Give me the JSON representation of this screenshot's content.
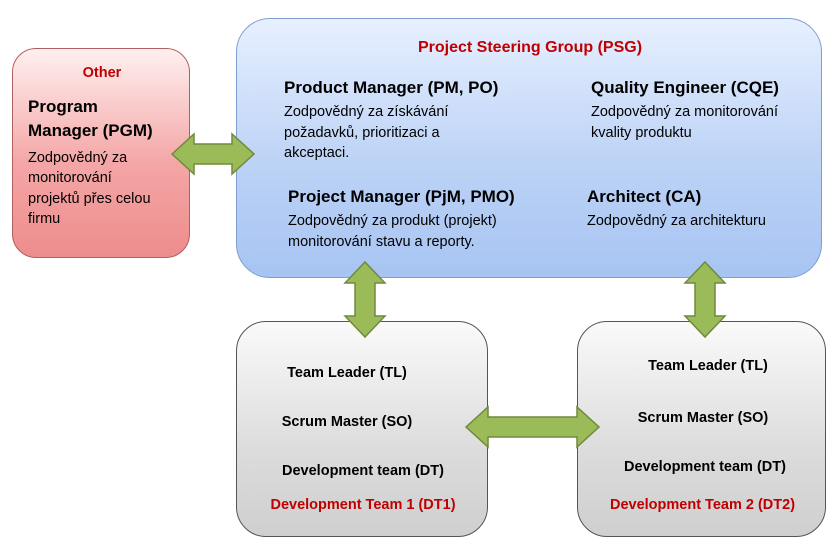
{
  "other": {
    "title": "Other",
    "role_line1": "Program",
    "role_line2": "Manager (PGM)",
    "desc_lines": [
      "Zodpovědný za",
      "monitorování",
      "projektů přes celou",
      "firmu"
    ]
  },
  "psg": {
    "title": "Project Steering Group (PSG)",
    "roles": [
      {
        "name": "Product Manager (PM, PO)",
        "desc_lines": [
          "Zodpovědný za získávání",
          "požadavků, prioritizaci a",
          "akceptaci."
        ]
      },
      {
        "name": "Quality Engineer (CQE)",
        "desc_lines": [
          "Zodpovědný za monitorování",
          "kvality produktu"
        ]
      },
      {
        "name": "Project Manager (PjM, PMO)",
        "desc_lines": [
          "Zodpovědný za produkt (projekt)",
          "monitorování stavu a reporty."
        ]
      },
      {
        "name": "Architect (CA)",
        "desc_lines": [
          "Zodpovědný za architekturu"
        ]
      }
    ]
  },
  "teams": [
    {
      "members": [
        "Team Leader (TL)",
        "Scrum Master (SO)",
        "Development team (DT)"
      ],
      "label": "Development Team 1 (DT1)"
    },
    {
      "members": [
        "Team Leader (TL)",
        "Scrum Master (SO)",
        "Development team (DT)"
      ],
      "label": "Development Team 2 (DT2)"
    }
  ],
  "colors": {
    "arrow_fill": "#9bbb59",
    "arrow_stroke": "#71893f",
    "title_red": "#c00000"
  }
}
